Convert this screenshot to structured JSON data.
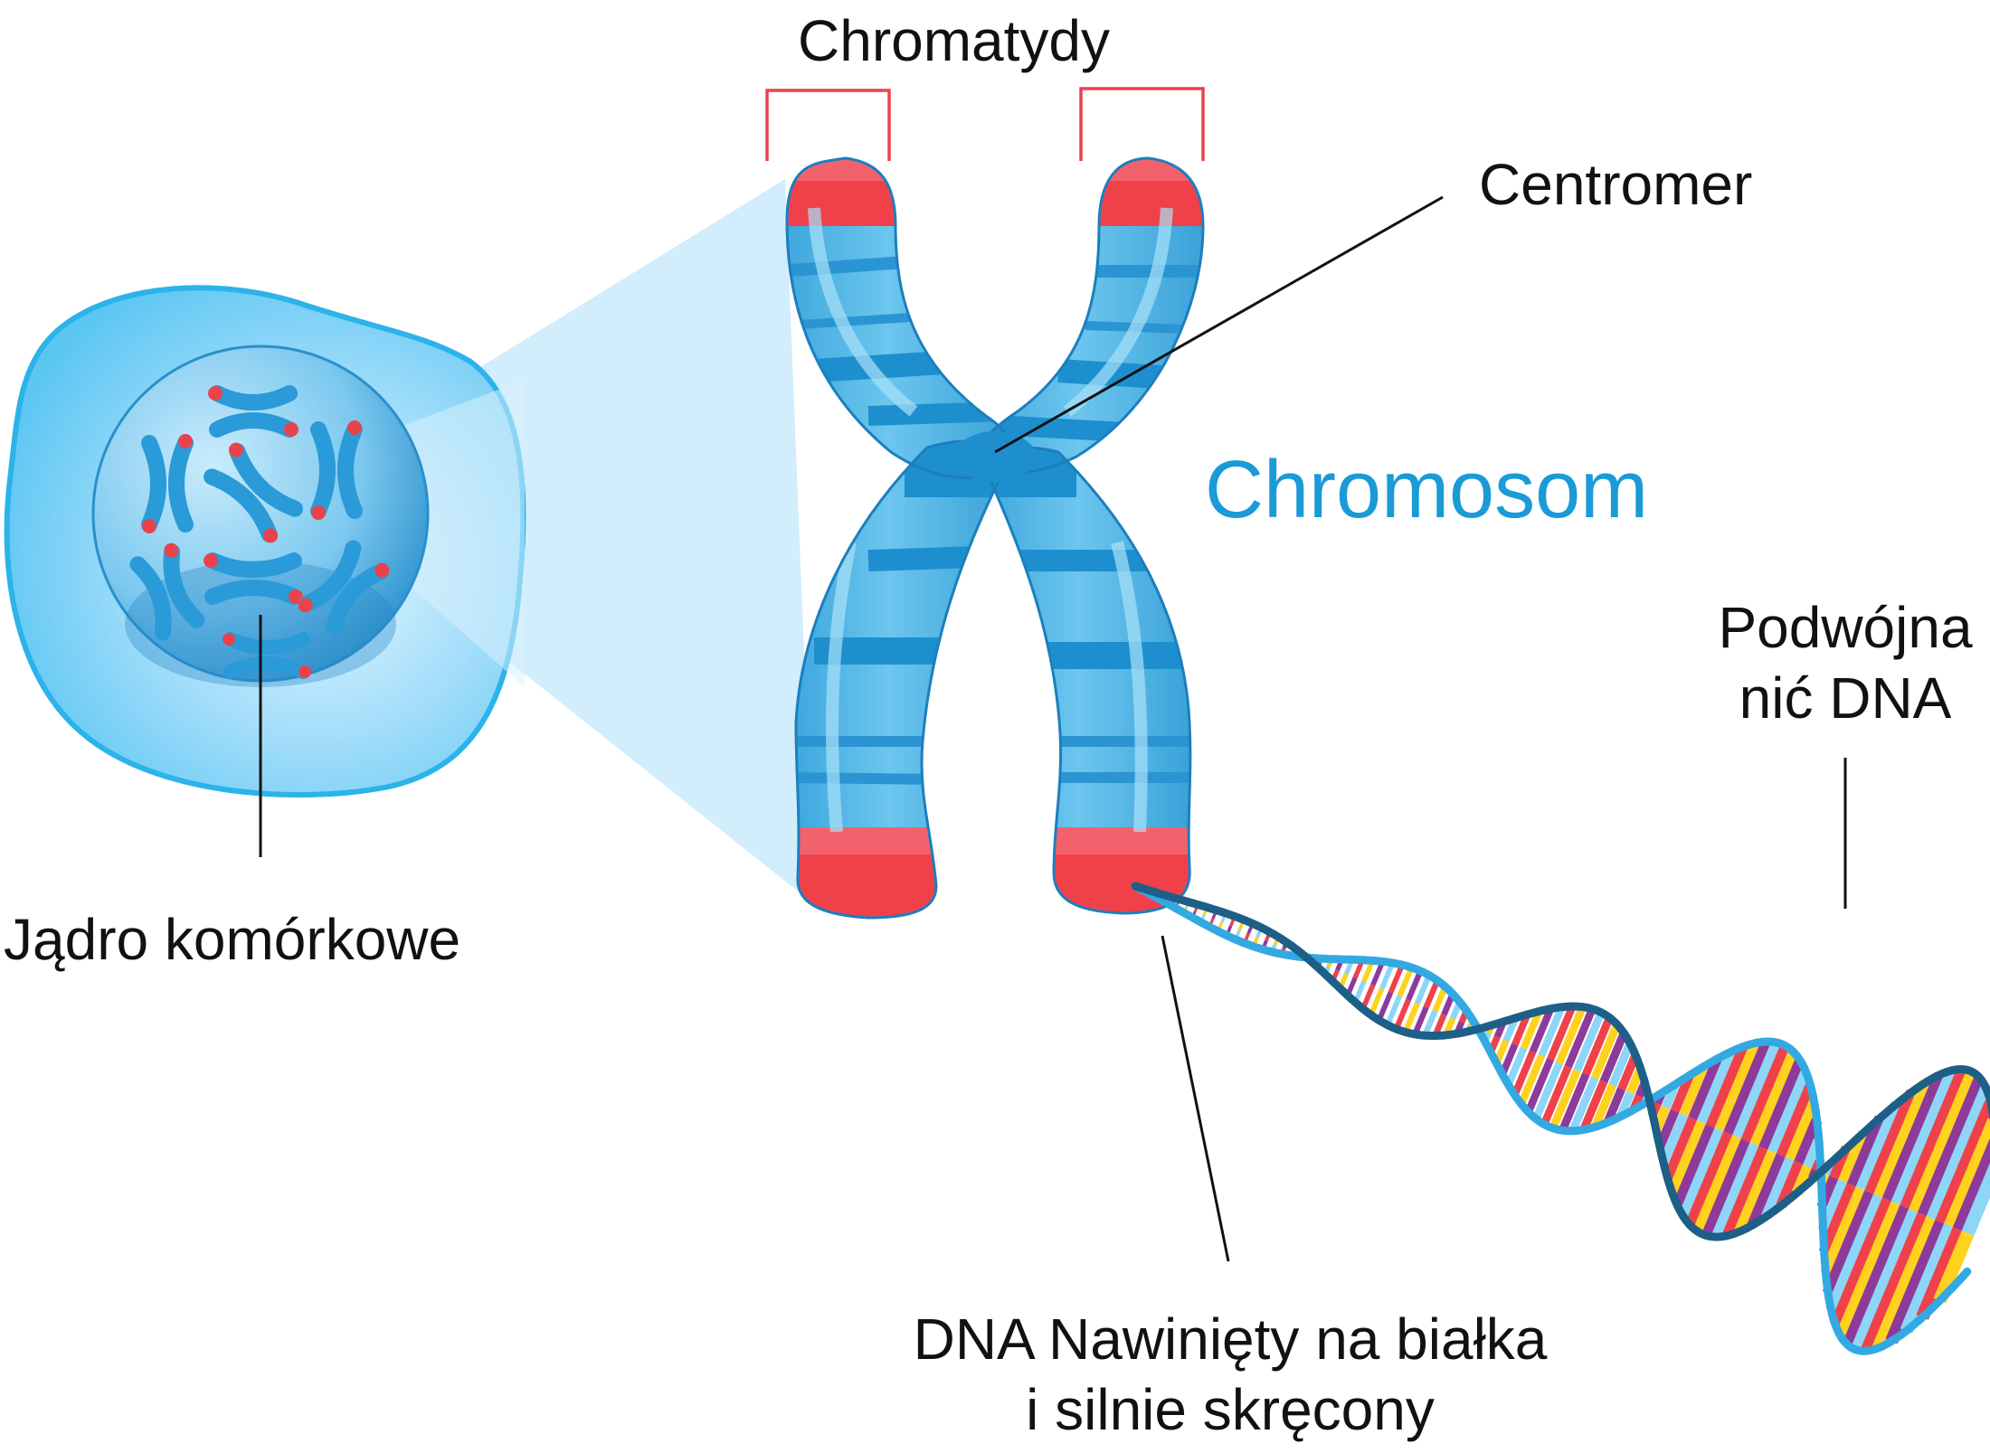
{
  "labels": {
    "chromatids": "Chromatydy",
    "centromere": "Centromer",
    "chromosome": "Chromosom",
    "nucleus": "Jądro komórkowe",
    "double_strand_line1": "Podwójna",
    "double_strand_line2": "nić DNA",
    "dna_wound_line1": "DNA Nawinięty na białka",
    "dna_wound_line2": "i silnie skręcony"
  },
  "colors": {
    "chromosome_title": "#1a9ad6",
    "chromosome_body": "#52b8e6",
    "chromosome_band": "#1d8fcf",
    "telomere": "#f0414b",
    "bracket": "#e8434d",
    "cell_fill": "#7fd0f7",
    "cell_outline": "#2bb3ea",
    "nucleus_fill": "#3ea4dd",
    "zoom_cone": "#cdebfb",
    "dna_backbone_front": "#33a9e2",
    "dna_backbone_back": "#1d5f86",
    "base_red": "#f0414b",
    "base_yellow": "#ffd21e",
    "base_purple": "#8e3a9b",
    "base_lightblue": "#8dd6f7"
  },
  "icons": [
    "cell-icon",
    "nucleus-icon",
    "chromosome-icon",
    "dna-helix-icon"
  ]
}
